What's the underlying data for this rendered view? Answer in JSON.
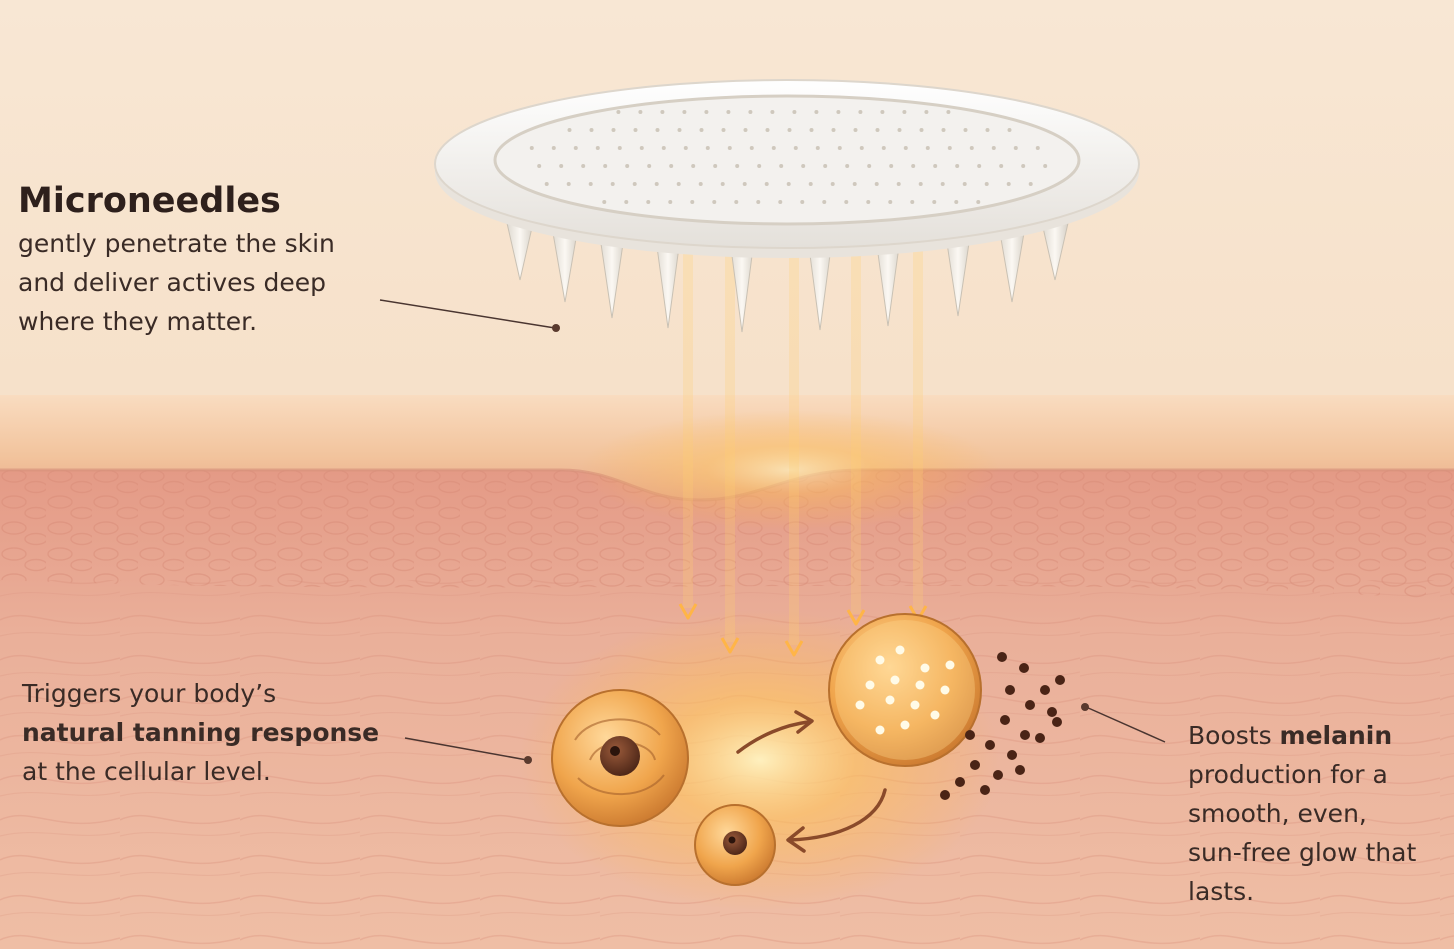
{
  "microneedles": {
    "heading": "Microneedles",
    "lines": [
      "gently penetrate the skin",
      "and deliver actives deep",
      "where they matter."
    ]
  },
  "tanning": {
    "line1": "Triggers your body’s",
    "bold": "natural tanning response",
    "line3": "at the cellular level."
  },
  "melanin": {
    "pre": "Boosts ",
    "bold": "melanin",
    "lines": [
      "production for a",
      "smooth, even,",
      "sun-free glow that",
      "lasts."
    ]
  },
  "colors": {
    "background": "#f7e3cc",
    "skin_top": "#f3c9a4",
    "dermis": "#e8a48f",
    "glow": "#ffb547",
    "text": "#3a2b26"
  }
}
